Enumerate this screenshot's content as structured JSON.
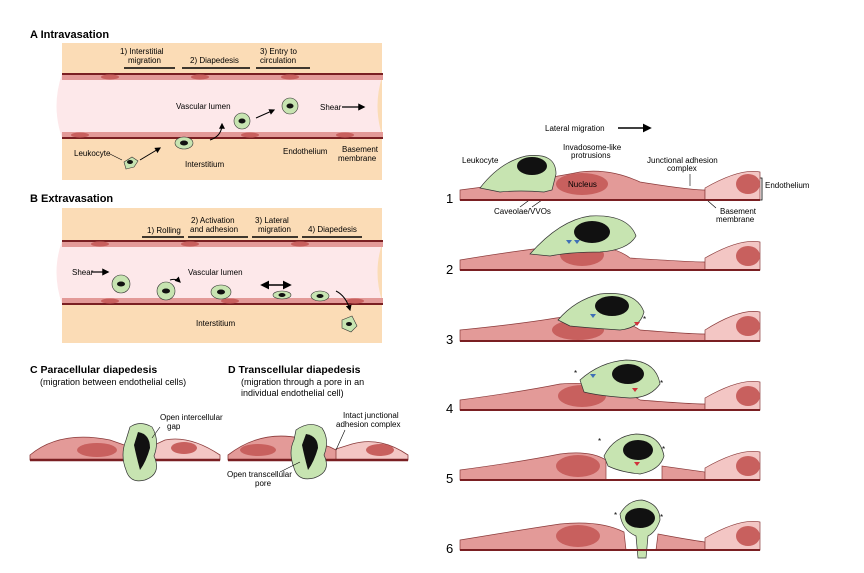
{
  "panel_a": {
    "title": "A  Intravasation",
    "steps": [
      [
        "1) Interstitial",
        "migration"
      ],
      [
        "2) Diapedesis"
      ],
      [
        "3) Entry to",
        "circulation"
      ]
    ],
    "vascular_lumen": "Vascular lumen",
    "shear": "Shear",
    "leukocyte": "Leukocyte",
    "interstitium": "Interstitium",
    "endothelium": "Endothelium",
    "basement_membrane": [
      "Basement",
      "membrane"
    ]
  },
  "panel_b": {
    "title": "B  Extravasation",
    "steps": [
      [
        "1) Rolling"
      ],
      [
        "2) Activation",
        "and adhesion"
      ],
      [
        "3) Lateral",
        "migration"
      ],
      [
        "4) Diapedesis"
      ]
    ],
    "shear": "Shear",
    "vascular_lumen": "Vascular lumen",
    "interstitium": "Interstitium"
  },
  "panel_c": {
    "title": "C  Paracellular diapedesis",
    "subtitle": "(migration between endothelial cells)",
    "label": [
      "Open intercellular",
      "gap"
    ]
  },
  "panel_d": {
    "title": "D  Transcellular diapedesis",
    "subtitle": [
      "(migration through a pore in an",
      "individual endothelial cell)"
    ],
    "label_junction": [
      "Intact junctional",
      "adhesion complex"
    ],
    "label_pore": [
      "Open transcellular",
      "pore"
    ]
  },
  "panel_e": {
    "lateral_migration": "Lateral migration",
    "leukocyte": "Leukocyte",
    "invadosome": [
      "Invadosome-like",
      "protrusions"
    ],
    "nucleus": "Nucleus",
    "caveolae": "Caveolae/VVOs",
    "junctional": [
      "Junctional adhesion",
      "complex"
    ],
    "endothelium": "Endothelium",
    "basement": [
      "Basement",
      "membrane"
    ],
    "step_numbers": [
      "1",
      "2",
      "3",
      "4",
      "5",
      "6"
    ],
    "star": "*"
  },
  "colors": {
    "tissue": "#fbdcb6",
    "lumen": "#fde8ea",
    "endothelium": "#e39a98",
    "endothelium_dark": "#d47f7d",
    "nucleus": "#c8605e",
    "basement": "#7a1f22",
    "leukocyte": "#c7e4b1",
    "leukocyte_nucleus": "#111111",
    "blue_marker": "#3f6fb6",
    "red_marker": "#d0303a"
  }
}
